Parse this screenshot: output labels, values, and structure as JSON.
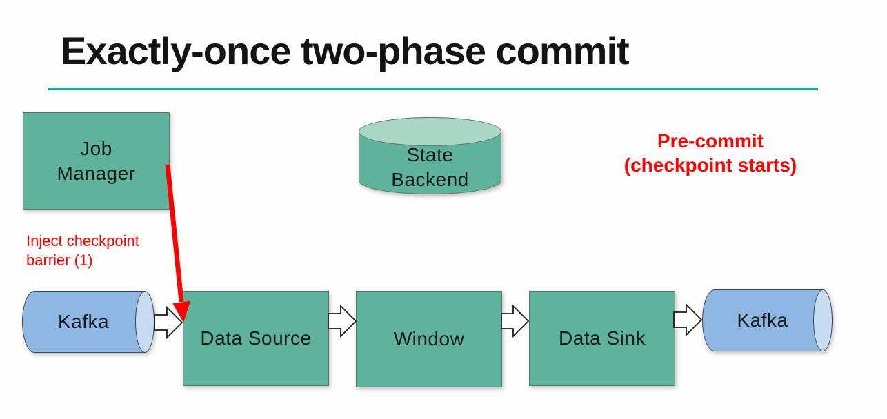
{
  "slide": {
    "title": "Exactly-once two-phase commit"
  },
  "nodes": {
    "job_manager": "Job\nManager",
    "state_backend": "State\nBackend",
    "kafka_source": "Kafka",
    "data_source": "Data Source",
    "window": "Window",
    "data_sink": "Data Sink",
    "kafka_sink": "Kafka"
  },
  "annotations": {
    "phase": "Pre-commit\n(checkpoint starts)",
    "inject": "Inject checkpoint\nbarrier (1)"
  },
  "colors": {
    "accent_underline": "#2ba98e",
    "node_fill": "#5fb39c",
    "node_top_fill": "#abd8c6",
    "node_border": "#5f6f6a",
    "kafka_fill": "#8fb7e3",
    "kafka_cap_fill": "#c7dbf2",
    "kafka_border": "#454545",
    "annotation_red": "#fb0200",
    "title_color": "#141414"
  }
}
